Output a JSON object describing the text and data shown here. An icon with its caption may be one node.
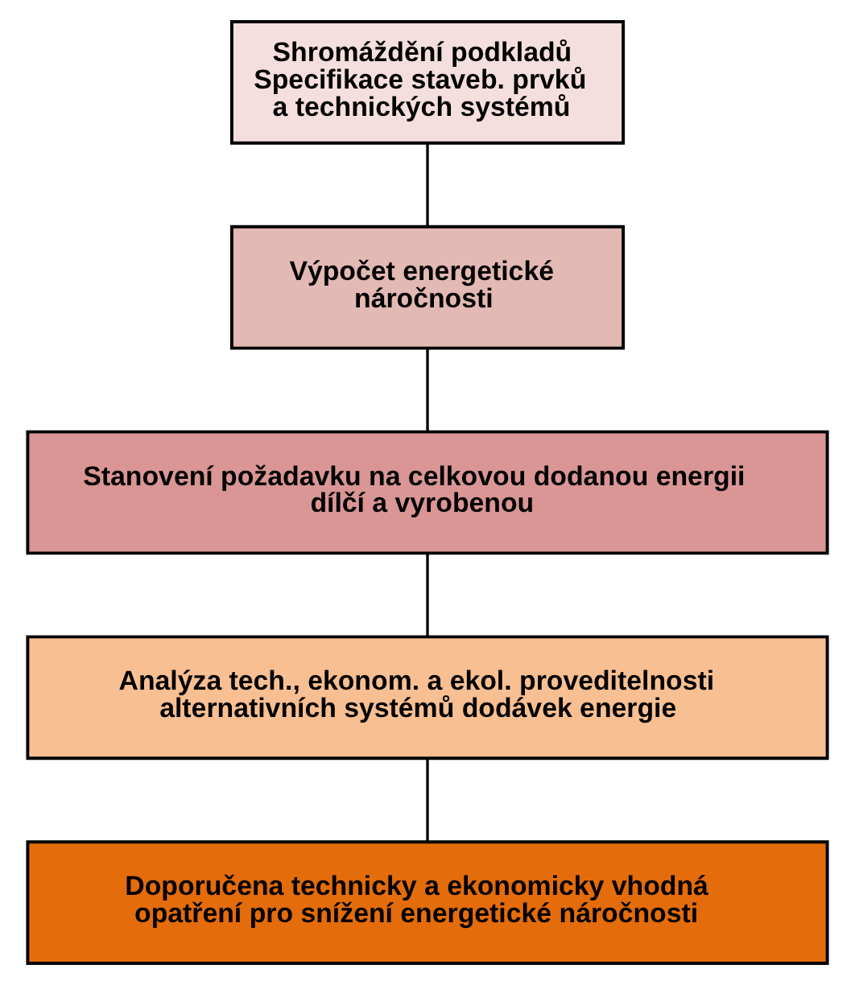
{
  "diagram": {
    "nodes": [
      {
        "text": [
          "Shromáždění podkladů",
          "Specifikace staveb. prvků a technických systémů"
        ]
      },
      {
        "text": [
          "Výpočet energetické náročnosti"
        ]
      },
      {
        "text": [
          "Stanovení požadavku na celkovou dodanou energii",
          "dílčí a vyrobenou"
        ]
      },
      {
        "text": [
          "Analýza tech., ekonom. a ekol. proveditelnosti alternativních systémů dodávek energie"
        ]
      },
      {
        "text": [
          "Doporučena technicky a ekonomicky vhodná opatření pro snížení energetické náročnosti"
        ]
      }
    ],
    "edges": [
      {
        "from": 0,
        "to": 1,
        "arrow": "none"
      },
      {
        "from": 1,
        "to": 2,
        "arrow": "none"
      },
      {
        "from": 2,
        "to": 3,
        "arrow": "none"
      },
      {
        "from": 3,
        "to": 4,
        "arrow": "none"
      }
    ]
  }
}
